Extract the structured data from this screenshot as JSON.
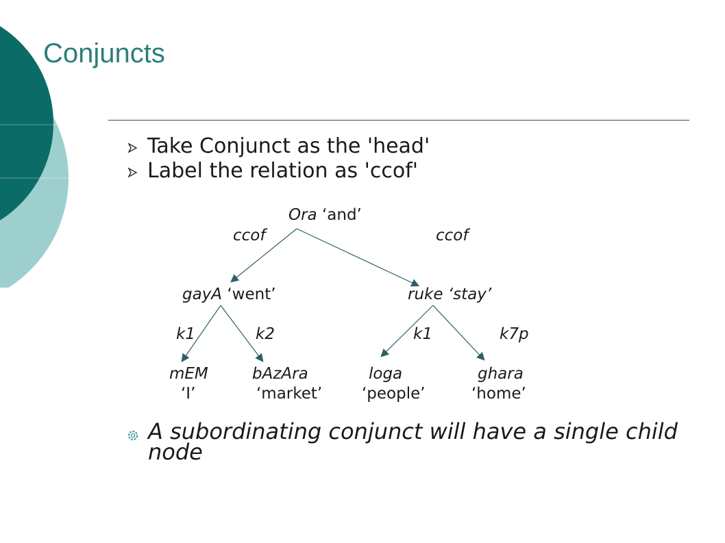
{
  "slide": {
    "title": "Conjuncts",
    "bullets": [
      "Take Conjunct as the 'head'",
      " Label the relation as 'ccof'"
    ],
    "note": "A subordinating conjunct will have a single child node"
  },
  "tree": {
    "root": {
      "word": "Ora",
      "gloss": "‘and’"
    },
    "root_edges": [
      "ccof",
      "ccof"
    ],
    "left": {
      "word": "gayA",
      "gloss": "‘went’",
      "edges": [
        "k1",
        "k2"
      ],
      "children": [
        {
          "word": "mEM",
          "gloss": "‘I’"
        },
        {
          "word": "bAzAra",
          "gloss": "‘market’"
        }
      ]
    },
    "right": {
      "word": "ruke",
      "gloss": "‘stay’",
      "edges": [
        "k1",
        "k7p"
      ],
      "children": [
        {
          "word": "loga",
          "gloss": "‘people’"
        },
        {
          "word": "ghara",
          "gloss": "‘home’"
        }
      ]
    }
  },
  "colors": {
    "dark_teal": "#0b6b67",
    "light_teal": "#9ecfcf",
    "title": "#2e7d7d",
    "edge": "#2f5f66"
  }
}
